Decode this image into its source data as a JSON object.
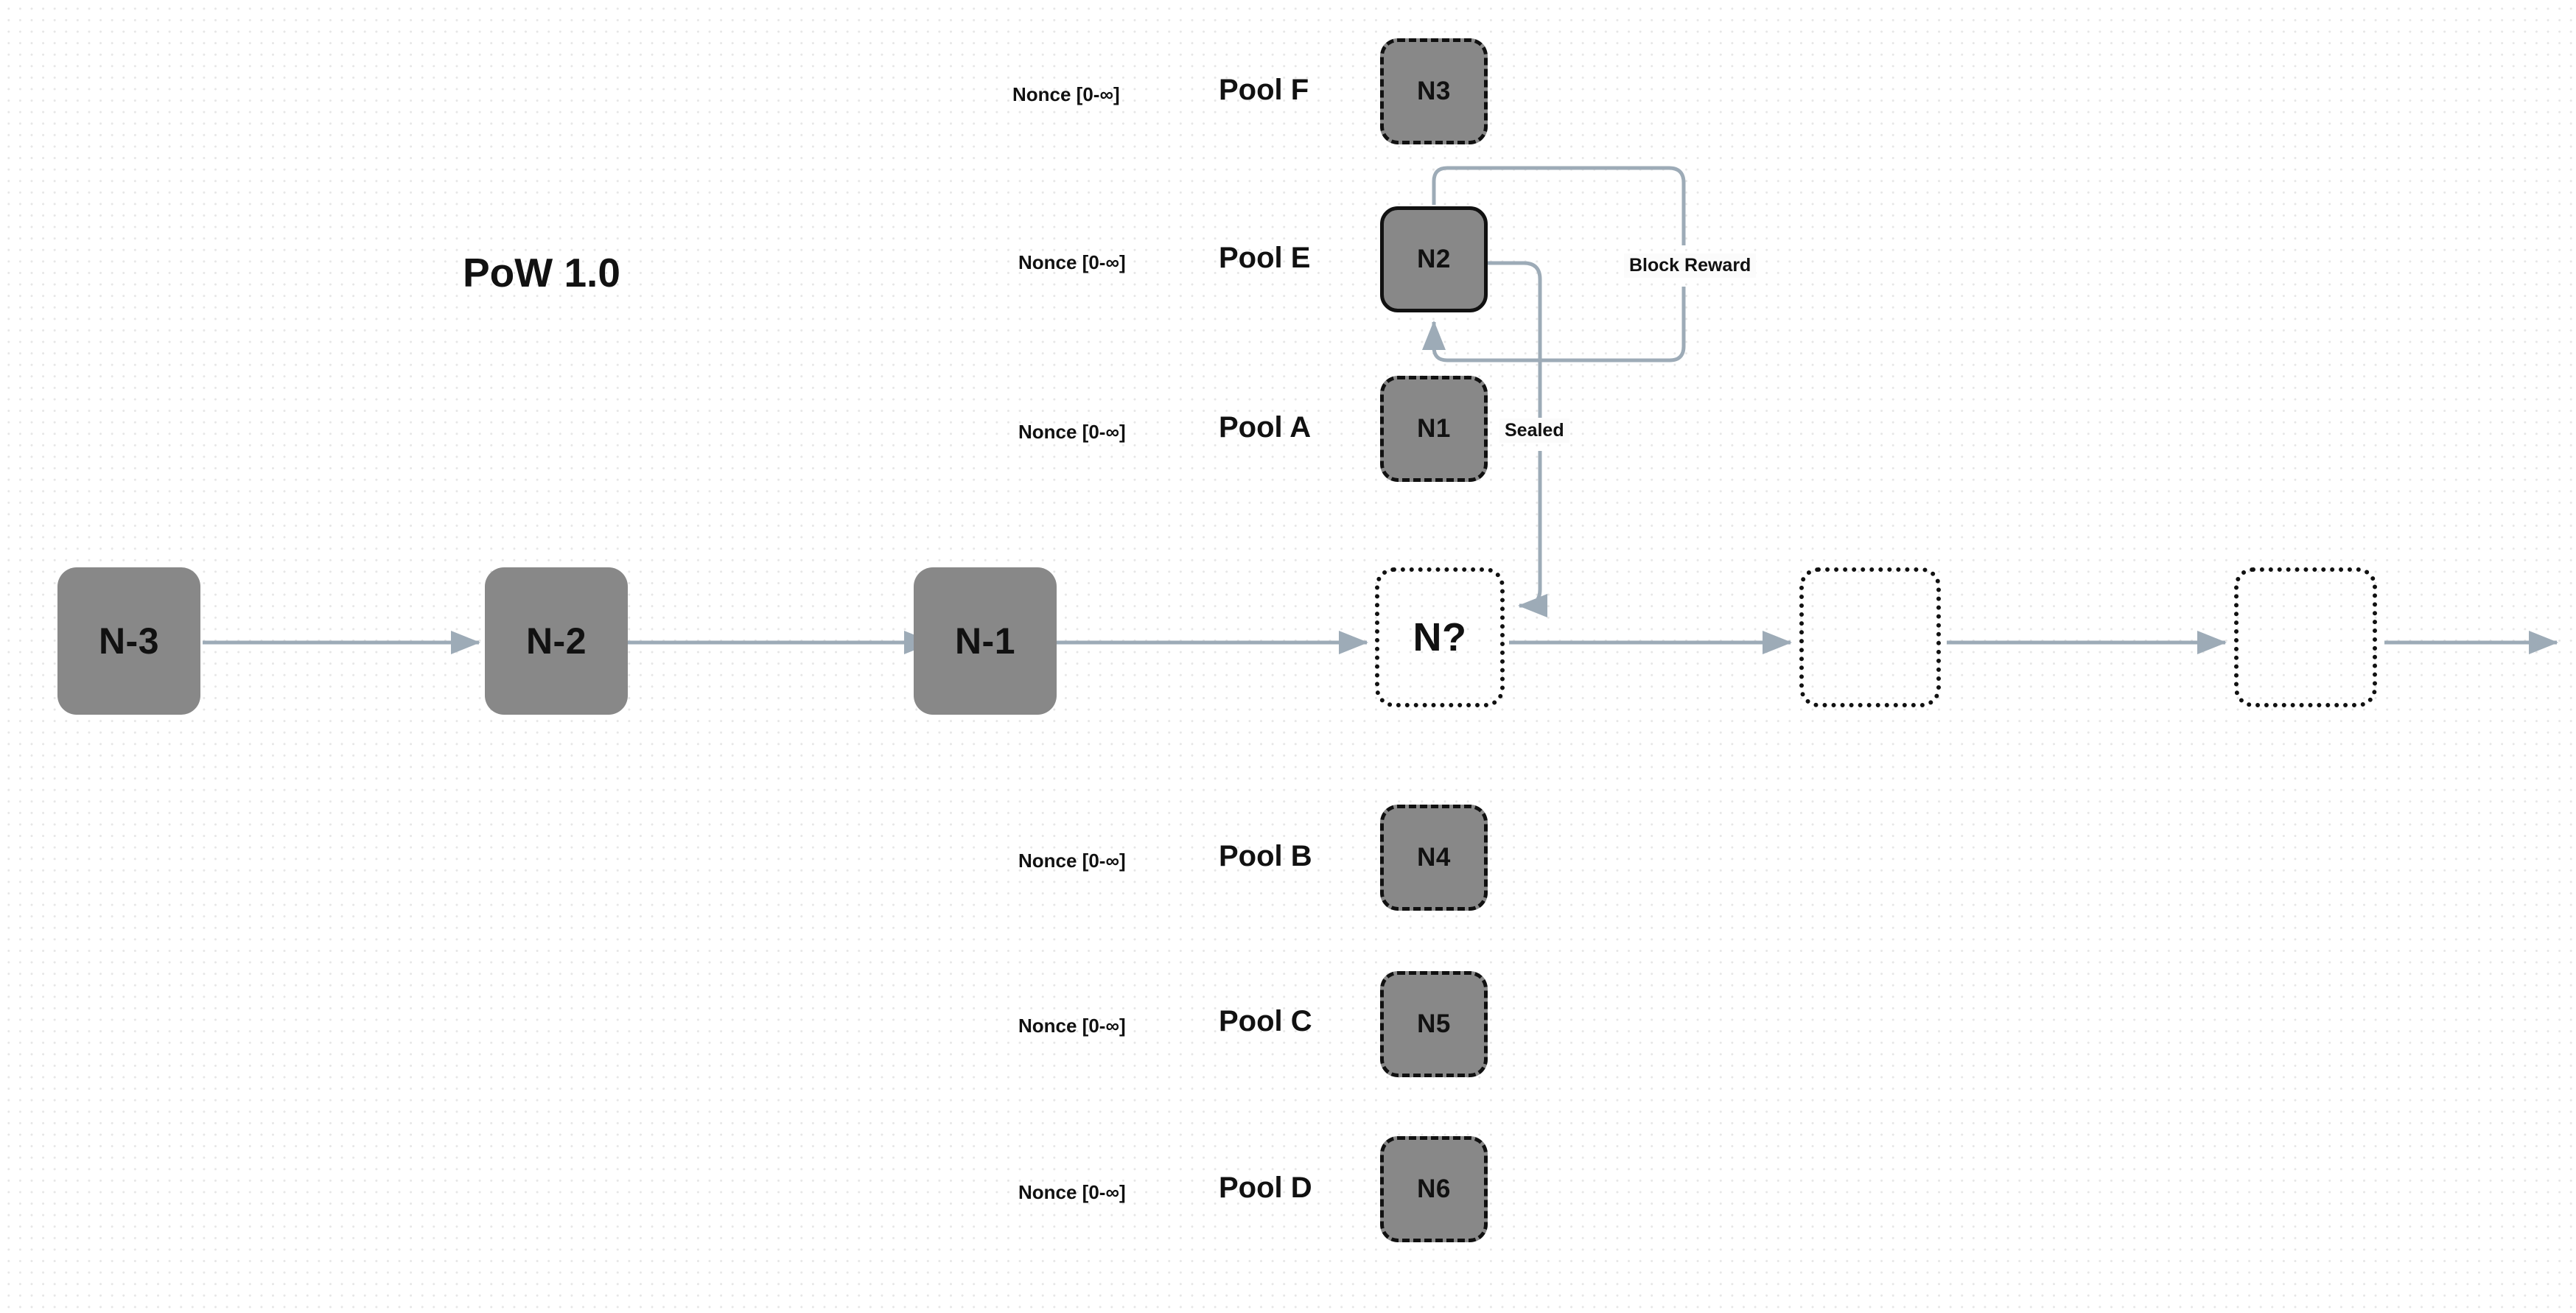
{
  "diagram": {
    "title": "PoW 1.0",
    "nonce_label": "Nonce [0-∞]",
    "colors": {
      "node_fill": "#888888",
      "node_stroke": "#111111",
      "wire": "#9dabb7",
      "background": "#ffffff",
      "grid_dot": "#e6e6e6"
    }
  },
  "chain": {
    "blocks": [
      {
        "label": "N-3",
        "style": "filled"
      },
      {
        "label": "N-2",
        "style": "filled"
      },
      {
        "label": "N-1",
        "style": "filled"
      },
      {
        "label": "N?",
        "style": "dotted"
      },
      {
        "label": "",
        "style": "dotted"
      },
      {
        "label": "",
        "style": "dotted"
      }
    ]
  },
  "pools": [
    {
      "nonce": "Nonce [0-∞]",
      "name": "Pool F",
      "node": "N3",
      "border": "dashed"
    },
    {
      "nonce": "Nonce [0-∞]",
      "name": "Pool E",
      "node": "N2",
      "border": "solid"
    },
    {
      "nonce": "Nonce [0-∞]",
      "name": "Pool A",
      "node": "N1",
      "border": "dashed"
    },
    {
      "nonce": "Nonce [0-∞]",
      "name": "Pool B",
      "node": "N4",
      "border": "dashed"
    },
    {
      "nonce": "Nonce [0-∞]",
      "name": "Pool C",
      "node": "N5",
      "border": "dashed"
    },
    {
      "nonce": "Nonce [0-∞]",
      "name": "Pool D",
      "node": "N6",
      "border": "dashed"
    }
  ],
  "wires": {
    "block_reward": "Block Reward",
    "sealed": "Sealed"
  }
}
